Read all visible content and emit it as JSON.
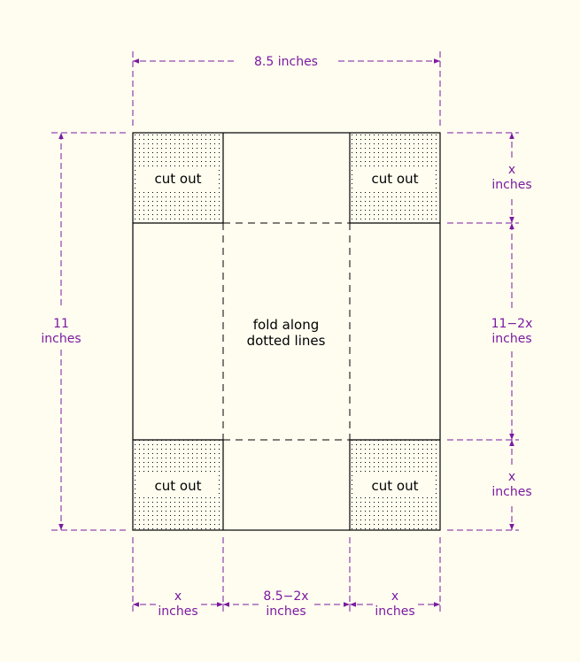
{
  "colors": {
    "background": "#fffdf0",
    "dimension": "#7a1aa0",
    "outline": "#000000"
  },
  "labels": {
    "width": "8.5 inches",
    "height_value": "11",
    "height_unit": "inches",
    "cut_out": "cut out",
    "fold_line1": "fold along",
    "fold_line2": "dotted lines",
    "x": "x",
    "inches": "inches",
    "middle_vertical": "11−2x",
    "middle_horizontal": "8.5−2x"
  }
}
